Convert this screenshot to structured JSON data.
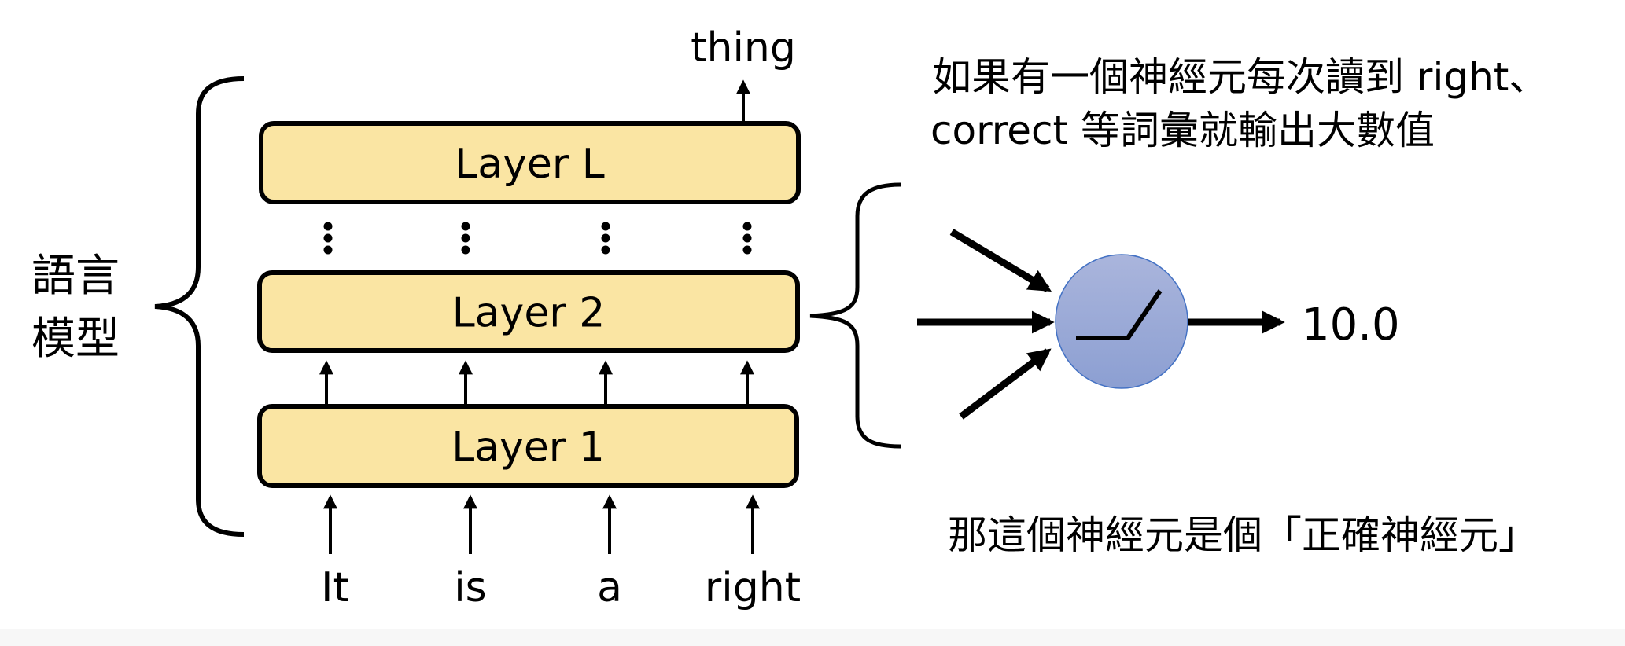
{
  "model": {
    "label_line1": "語言",
    "label_line2": "模型"
  },
  "layers": [
    {
      "label": "Layer L"
    },
    {
      "label": "Layer 2"
    },
    {
      "label": "Layer 1"
    }
  ],
  "output_token": "thing",
  "input_tokens": [
    "It",
    "is",
    "a",
    "right"
  ],
  "neuron": {
    "output_value": "10.0",
    "fill_top": "#aab5dc",
    "fill_bottom": "#8c9fd2",
    "stroke": "#4472c4"
  },
  "colors": {
    "layer_fill": "#fae5a3"
  },
  "annotation": {
    "line1": "如果有一個神經元每次讀到 right、",
    "line2": "correct 等詞彙就輸出大數值",
    "conclusion": "那這個神經元是個「正確神經元」"
  }
}
